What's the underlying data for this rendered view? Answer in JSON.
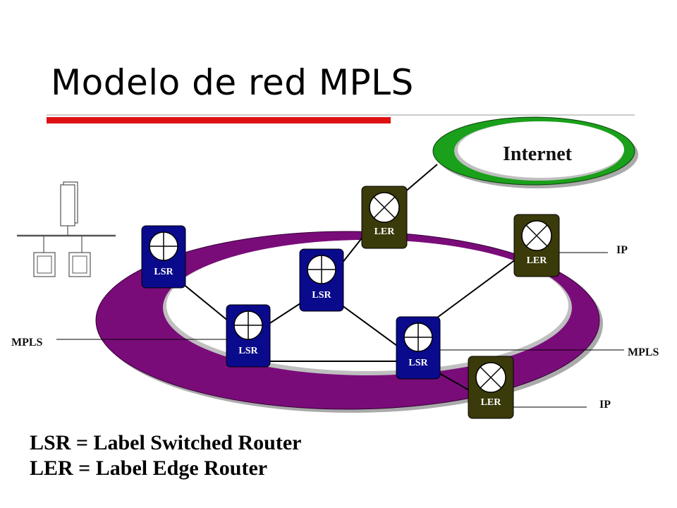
{
  "slide": {
    "title": "Modelo de red MPLS",
    "accent_color": "#dd1111"
  },
  "diagram": {
    "cloud_label": "Internet",
    "ring_color": "#7a0c7a",
    "cloud_color": "#1aa01a",
    "nodes": [
      {
        "id": "lsr-1",
        "kind": "LSR",
        "label": "LSR"
      },
      {
        "id": "lsr-2",
        "kind": "LSR",
        "label": "LSR"
      },
      {
        "id": "lsr-3",
        "kind": "LSR",
        "label": "LSR"
      },
      {
        "id": "lsr-4",
        "kind": "LSR",
        "label": "LSR"
      },
      {
        "id": "ler-1",
        "kind": "LER",
        "label": "LER"
      },
      {
        "id": "ler-2",
        "kind": "LER",
        "label": "LER"
      },
      {
        "id": "ler-3",
        "kind": "LER",
        "label": "LER"
      }
    ],
    "side_labels": {
      "mpls_left": "MPLS",
      "mpls_right": "MPLS",
      "ip_top": "IP",
      "ip_bottom": "IP"
    },
    "lsr_color": "#0a0a8c",
    "ler_color": "#3a3a0a"
  },
  "legend": {
    "line1": "LSR = Label Switched Router",
    "line2": "LER = Label Edge Router"
  }
}
